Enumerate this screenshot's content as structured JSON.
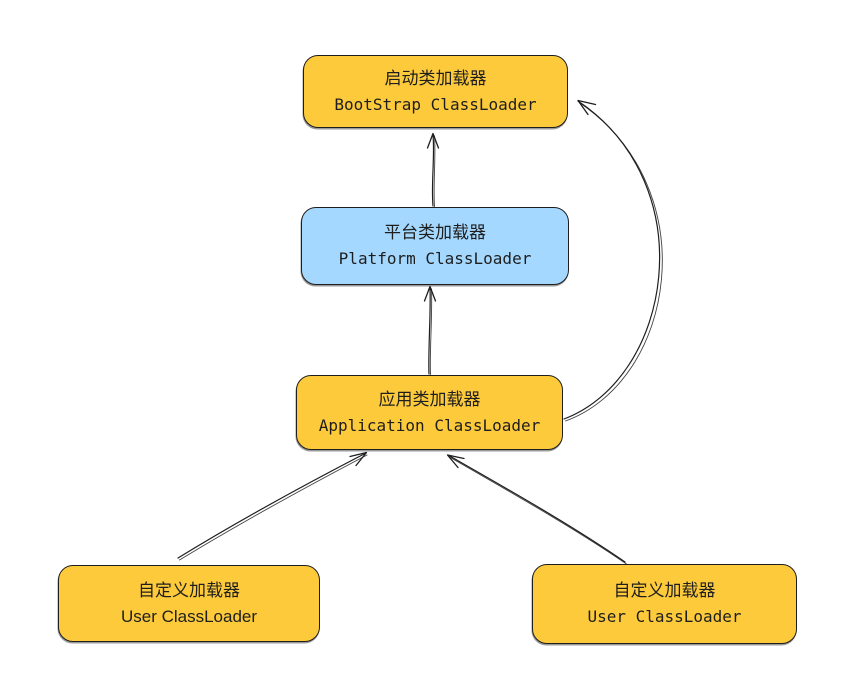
{
  "diagram": {
    "background_color": "#ffffff",
    "stroke_color": "#1e1e1e",
    "palette": {
      "yellow": "#fdca3b",
      "blue": "#a5d8ff"
    },
    "nodes": [
      {
        "id": "bootstrap",
        "title_zh": "启动类加载器",
        "title_en": "BootStrap ClassLoader",
        "fill": "#fdca3b"
      },
      {
        "id": "platform",
        "title_zh": "平台类加载器",
        "title_en": "Platform ClassLoader",
        "fill": "#a5d8ff"
      },
      {
        "id": "application",
        "title_zh": "应用类加载器",
        "title_en": "Application ClassLoader",
        "fill": "#fdca3b"
      },
      {
        "id": "user_left",
        "title_zh": "自定义加载器",
        "title_en": "User ClassLoader",
        "fill": "#fdca3b"
      },
      {
        "id": "user_right",
        "title_zh": "自定义加载器",
        "title_en": "User ClassLoader",
        "fill": "#fdca3b"
      }
    ],
    "edges": [
      {
        "from": "platform",
        "to": "bootstrap",
        "style": "straight"
      },
      {
        "from": "application",
        "to": "platform",
        "style": "straight"
      },
      {
        "from": "application",
        "to": "bootstrap",
        "style": "curved-right"
      },
      {
        "from": "user_left",
        "to": "application",
        "style": "diagonal"
      },
      {
        "from": "user_right",
        "to": "application",
        "style": "diagonal"
      }
    ]
  }
}
